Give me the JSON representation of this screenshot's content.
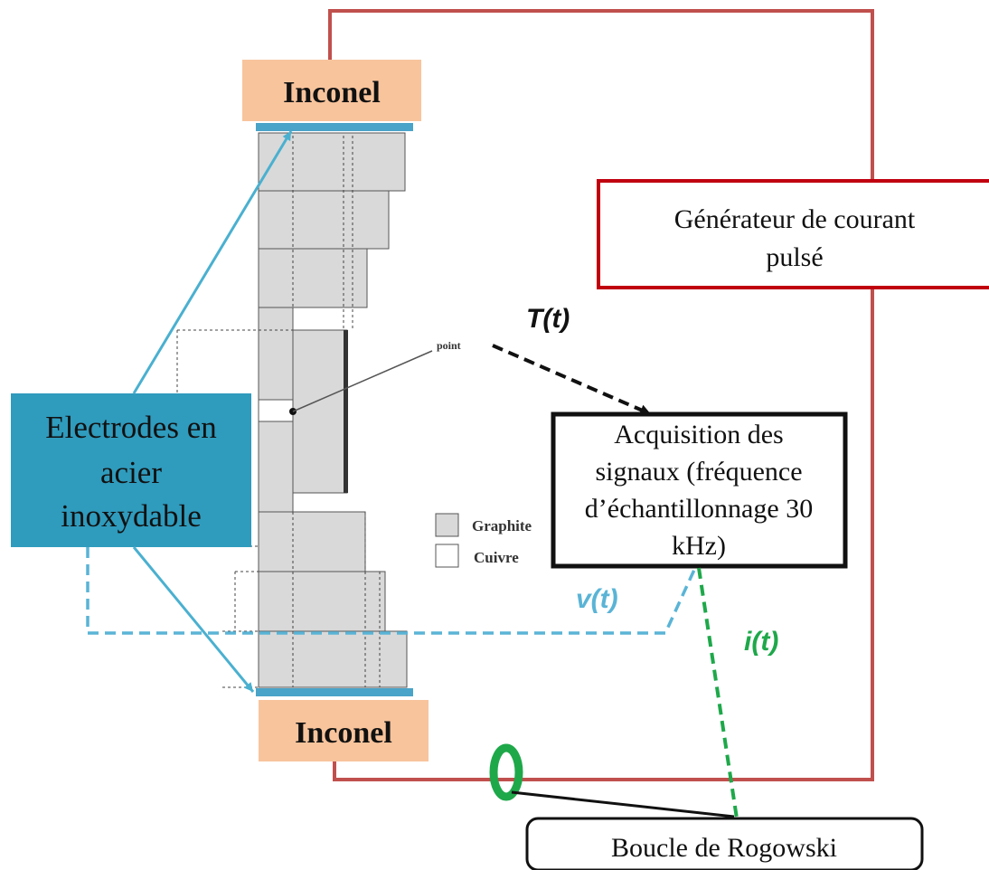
{
  "labels": {
    "inconel_top": "Inconel",
    "inconel_bottom": "Inconel",
    "generator_line1": "Générateur  de courant",
    "generator_line2": "pulsé",
    "acquisition_lines": [
      "Acquisition des",
      "signaux (fréquence",
      "d’échantillonnage 30",
      "kHz)"
    ],
    "electrodes_lines": [
      "Electrodes en",
      "acier",
      "inoxydable"
    ],
    "signal_temperature": "T(t)",
    "signal_voltage": "v(t)",
    "signal_current": "i(t)",
    "point": "point",
    "legend_graphite": "Graphite",
    "legend_copper": "Cuivre",
    "rogowski": "Boucle de Rogowski"
  },
  "colors": {
    "inconel_fill": "#f8c49c",
    "electrode_plate": "#4aa3c8",
    "electrode_box_fill": "#2f9bbd",
    "electrode_arrow": "#4ab0d0",
    "circuit_wire": "#c0504d",
    "generator_border": "#c0000f",
    "voltage_signal": "#5ab4d6",
    "current_signal": "#1ea84a",
    "temperature_signal": "#111111",
    "graphite": "#d9d9d9"
  }
}
